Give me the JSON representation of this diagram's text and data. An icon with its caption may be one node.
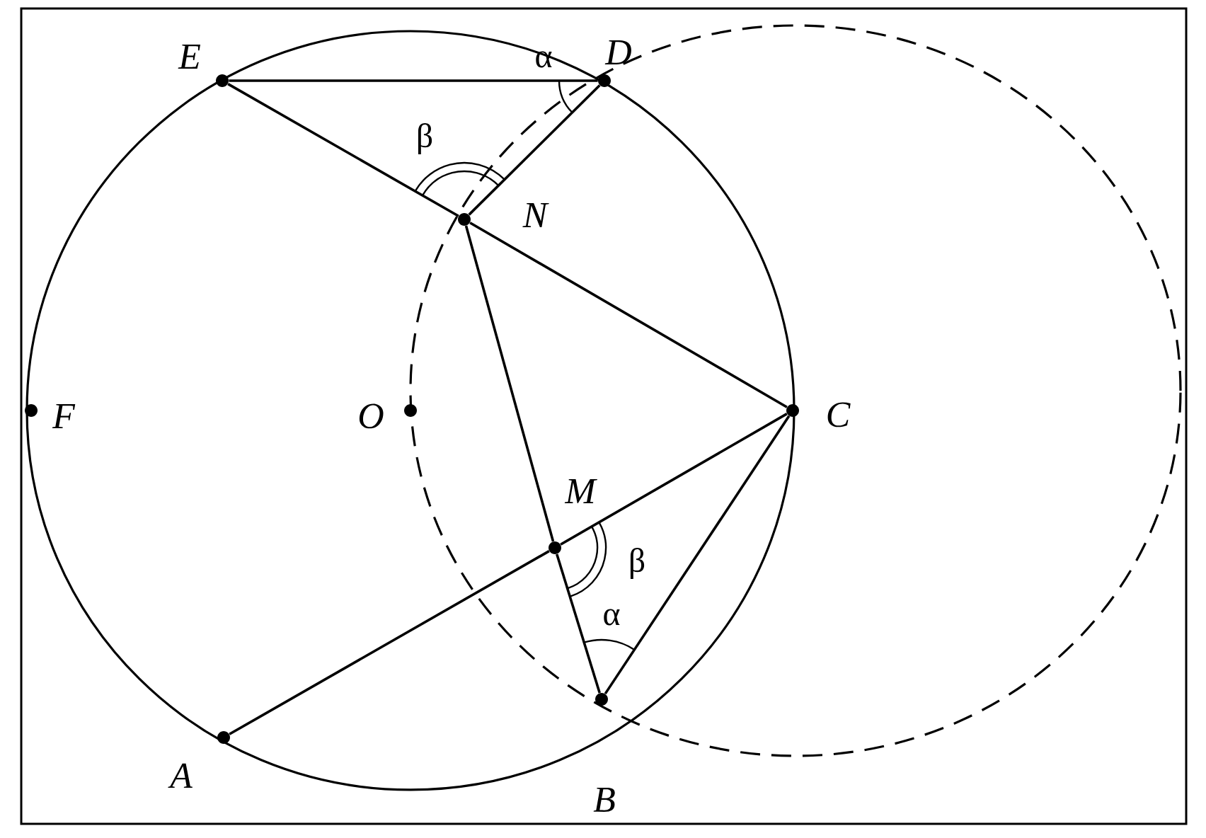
{
  "diagram": {
    "nodes": [
      {
        "text": [
          "E"
        ]
      },
      {
        "text": [
          "D"
        ]
      },
      {
        "text": [
          "N"
        ]
      },
      {
        "text": [
          "F"
        ]
      },
      {
        "text": [
          "O"
        ]
      },
      {
        "text": [
          "C"
        ]
      },
      {
        "text": [
          "M"
        ]
      },
      {
        "text": [
          "A"
        ]
      },
      {
        "text": [
          "B"
        ]
      }
    ],
    "edges": [
      {
        "from": 0,
        "to": 1,
        "arrow": "none"
      },
      {
        "from": 0,
        "to": 2,
        "arrow": "none"
      },
      {
        "from": 2,
        "to": 1,
        "arrow": "none"
      },
      {
        "from": 2,
        "to": 5,
        "arrow": "none"
      },
      {
        "from": 2,
        "to": 6,
        "arrow": "none"
      },
      {
        "from": 6,
        "to": 8,
        "arrow": "none"
      },
      {
        "from": 7,
        "to": 6,
        "arrow": "none"
      },
      {
        "from": 6,
        "to": 5,
        "arrow": "none"
      },
      {
        "from": 8,
        "to": 5,
        "arrow": "none"
      }
    ],
    "labels": [
      "α",
      "β",
      "β",
      "α"
    ]
  }
}
